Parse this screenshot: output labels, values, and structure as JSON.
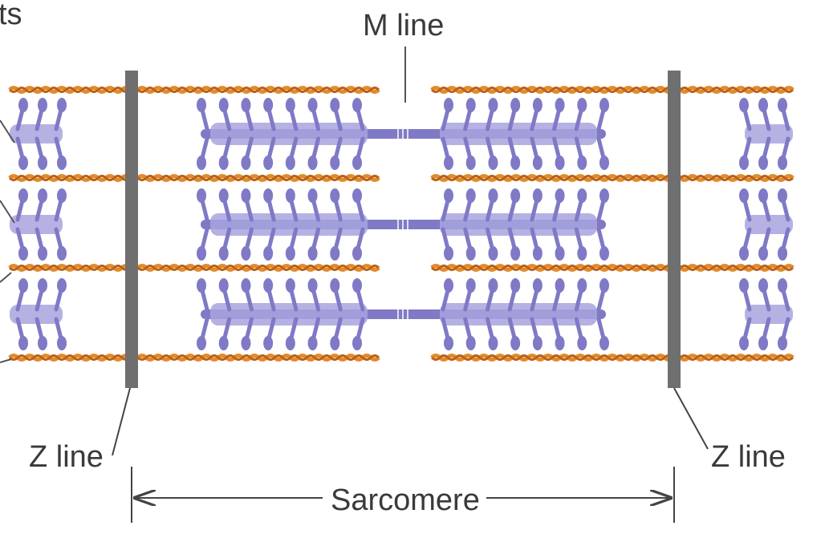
{
  "labels": {
    "cropped_top_left": "ts",
    "m_line": "M line",
    "z_line_left": "Z line",
    "z_line_right": "Z line",
    "sarcomere": "Sarcomere"
  },
  "colors": {
    "thin_filament": "#e48a2a",
    "thin_filament_dark": "#b8641a",
    "myosin_head": "#7f79c6",
    "myosin_tail": "#a8a4de",
    "z_disc": "#6f6f6f",
    "text": "#3a3a3a",
    "lines": "#444444"
  }
}
